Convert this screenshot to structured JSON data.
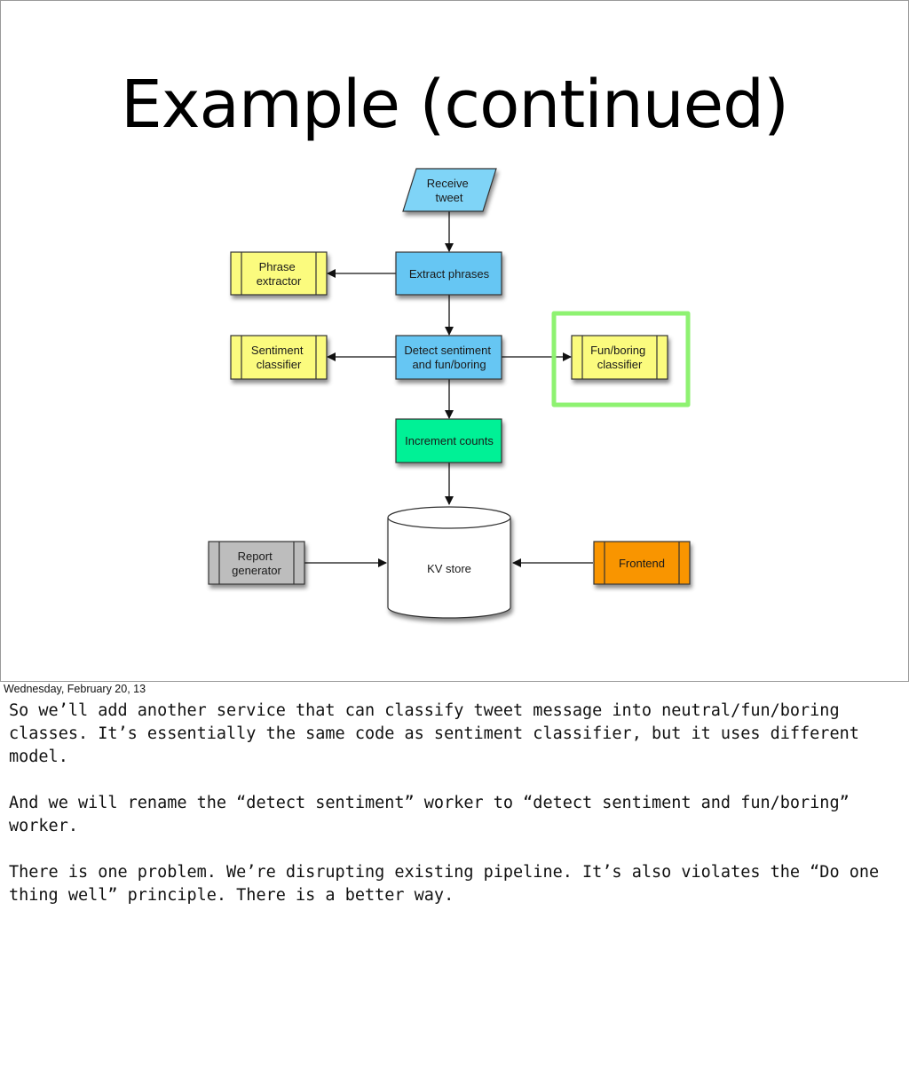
{
  "slide": {
    "title": "Example (continued)"
  },
  "diagram": {
    "nodes": {
      "receive_tweet": [
        "Receive",
        "tweet"
      ],
      "extract_phrases": [
        "Extract phrases"
      ],
      "phrase_extractor": [
        "Phrase",
        "extractor"
      ],
      "detect_sentiment": [
        "Detect sentiment",
        "and fun/boring"
      ],
      "sentiment_classifier": [
        "Sentiment",
        "classifier"
      ],
      "fun_boring_classifier": [
        "Fun/boring",
        "classifier"
      ],
      "increment_counts": [
        "Increment counts"
      ],
      "kv_store": [
        "KV store"
      ],
      "report_generator": [
        "Report",
        "generator"
      ],
      "frontend": [
        "Frontend"
      ]
    },
    "colors": {
      "io_blue": "#7fd4f7",
      "worker_blue": "#66c6f3",
      "service_yellow": "#fbfb7e",
      "increment_green": "#05f196",
      "report_gray": "#bdbdbd",
      "frontend_orange": "#f99501",
      "highlight_green": "#8ef271"
    }
  },
  "footer": {
    "date": "Wednesday, February 20, 13"
  },
  "notes": {
    "paragraphs": [
      "So we’ll add another service that can classify tweet message into neutral/fun/boring classes. It’s essentially the same code as sentiment classifier, but it uses different model.",
      "And we will rename the “detect sentiment” worker to “detect sentiment and fun/boring” worker.",
      "There is one problem. We’re disrupting existing pipeline. It’s also violates the “Do one thing well” principle. There is a better way."
    ]
  }
}
